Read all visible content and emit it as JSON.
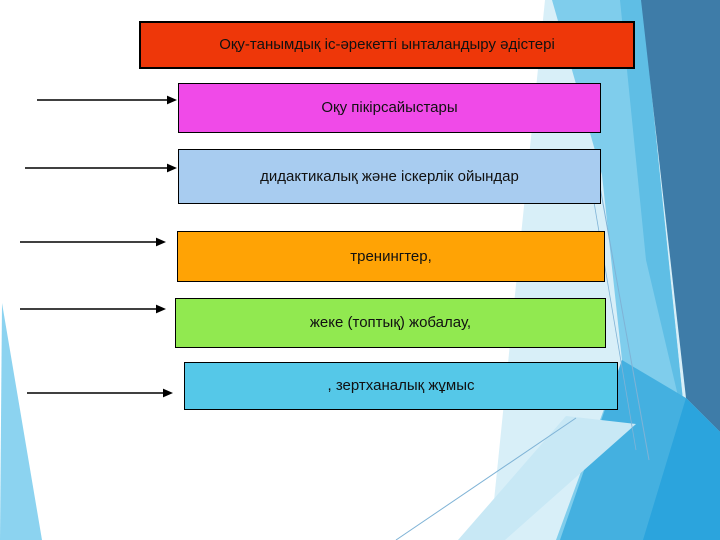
{
  "slide": {
    "title": {
      "label": "Оқу-танымдық іс-әрекетті ынталандыру әдістері",
      "bg_color": "#EE3709"
    },
    "methods": [
      {
        "label": "Оқу пікірсайыстары",
        "bg_color": "#F04AE8"
      },
      {
        "label": "дидактикалық және іскерлік ойындар",
        "bg_color": "#A8CCF0"
      },
      {
        "label": "тренингтер,",
        "bg_color": "#FFA305"
      },
      {
        "label": "жеке (топтық) жобалау,",
        "bg_color": "#91E950"
      },
      {
        "label": ", зертханалық жұмыс",
        "bg_color": "#55C8E8"
      }
    ],
    "styles": {
      "text_color": "#111111",
      "box_border_color": "#000000",
      "arrow_color": "#000000",
      "background_palette": {
        "white": "#FFFFFF",
        "pale_blue": "#D8EFF8",
        "sky_blue": "#7FCDEC",
        "deep_sky": "#5FBEE5",
        "steel_blue": "#3E7CA8",
        "medium_blue": "#44B0E0",
        "bright_blue": "#2BA4DD",
        "corner_sky": "#8CD3F0",
        "pale_wedge": "#C8E8F5",
        "hairline": "#7FB3D6"
      }
    }
  }
}
